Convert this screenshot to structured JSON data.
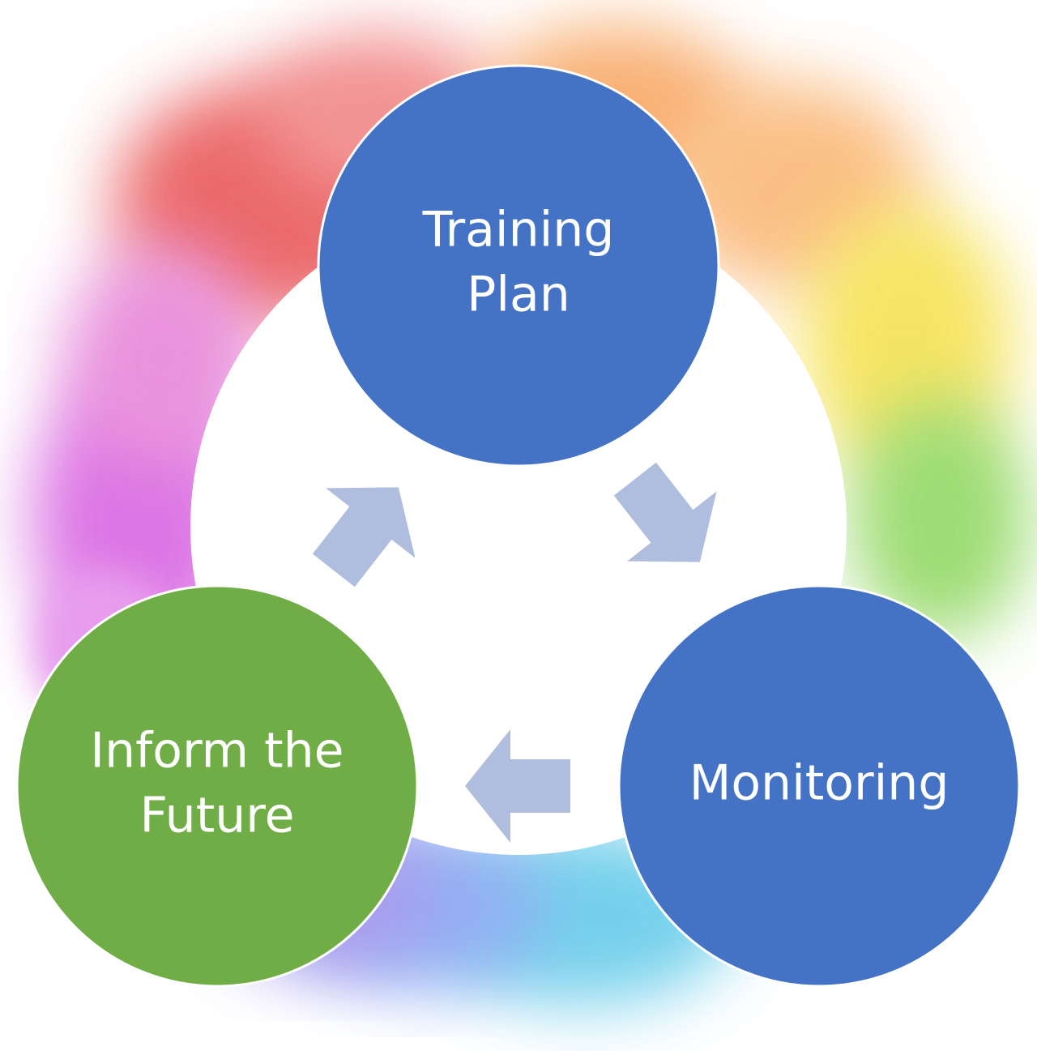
{
  "nodes": [
    {
      "id": "training-plan",
      "lines": [
        "Training",
        "Plan"
      ],
      "color": "#4472C4"
    },
    {
      "id": "monitoring",
      "lines": [
        "Monitoring"
      ],
      "color": "#4472C4"
    },
    {
      "id": "inform-the-future",
      "lines": [
        "Inform the",
        "Future"
      ],
      "color": "#70AD47"
    }
  ],
  "colors": {
    "arrow": "#AFBDDF",
    "circle_stroke": "#ffffff",
    "watercolor": [
      "#E8504F",
      "#F7A35C",
      "#F5E04A",
      "#8BD65A",
      "#5CC8E8",
      "#9B8BEA",
      "#D65BE0"
    ]
  }
}
